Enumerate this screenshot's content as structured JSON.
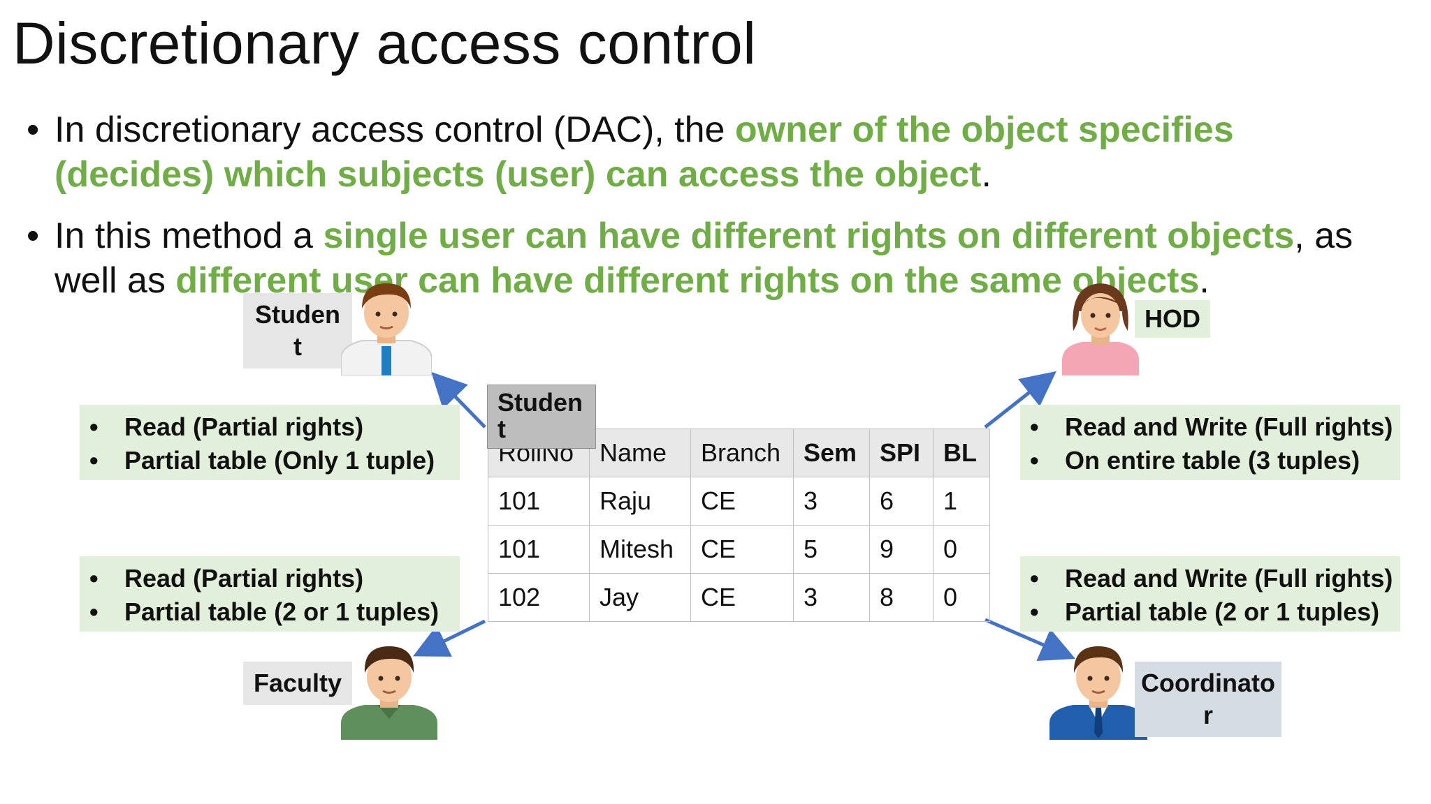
{
  "slide": {
    "title": "Discretionary access control",
    "bullets": [
      {
        "parts": [
          {
            "text": "In discretionary access control (DAC), the ",
            "highlight": false
          },
          {
            "text": "owner of the object specifies (decides) which subjects (user) can access the object",
            "highlight": true
          },
          {
            "text": ".",
            "highlight": false
          }
        ]
      },
      {
        "parts": [
          {
            "text": "In this method a ",
            "highlight": false
          },
          {
            "text": "single user can have different rights on different objects",
            "highlight": true
          },
          {
            "text": ", as well as ",
            "highlight": false
          },
          {
            "text": "different user can have different rights on the same objects",
            "highlight": true
          },
          {
            "text": ".",
            "highlight": false
          }
        ]
      }
    ]
  },
  "colors": {
    "highlight_green": "#70AD47",
    "box_green": "#E2EFDA",
    "label_grey": "#E7E6E6",
    "label_blue": "#D6DCE4",
    "arrow_blue": "#4472C4"
  },
  "table": {
    "overlay_label": "Studen\nt",
    "columns": [
      "RollNo",
      "Name",
      "Branch",
      "Sem",
      "SPI",
      "BL"
    ],
    "rows": [
      [
        "101",
        "Raju",
        "CE",
        "3",
        "6",
        "1"
      ],
      [
        "101",
        "Mitesh",
        "CE",
        "5",
        "9",
        "0"
      ],
      [
        "102",
        "Jay",
        "CE",
        "3",
        "8",
        "0"
      ]
    ]
  },
  "roles": {
    "student": {
      "label": "Studen\nt",
      "rights": [
        "Read (Partial rights)",
        "Partial table (Only 1 tuple)"
      ]
    },
    "hod": {
      "label": "HOD",
      "rights": [
        "Read and Write (Full rights)",
        "On entire table (3 tuples)"
      ]
    },
    "faculty": {
      "label": "Faculty",
      "rights": [
        "Read (Partial rights)",
        "Partial table (2 or 1 tuples)"
      ]
    },
    "coordinator": {
      "label": "Coordinato\nr",
      "rights": [
        "Read and Write (Full rights)",
        "Partial table (2 or 1 tuples)"
      ]
    }
  },
  "icons": {
    "student": "male-student-avatar-icon",
    "hod": "female-hod-avatar-icon",
    "faculty": "male-faculty-avatar-icon",
    "coordinator": "male-coordinator-avatar-icon"
  }
}
